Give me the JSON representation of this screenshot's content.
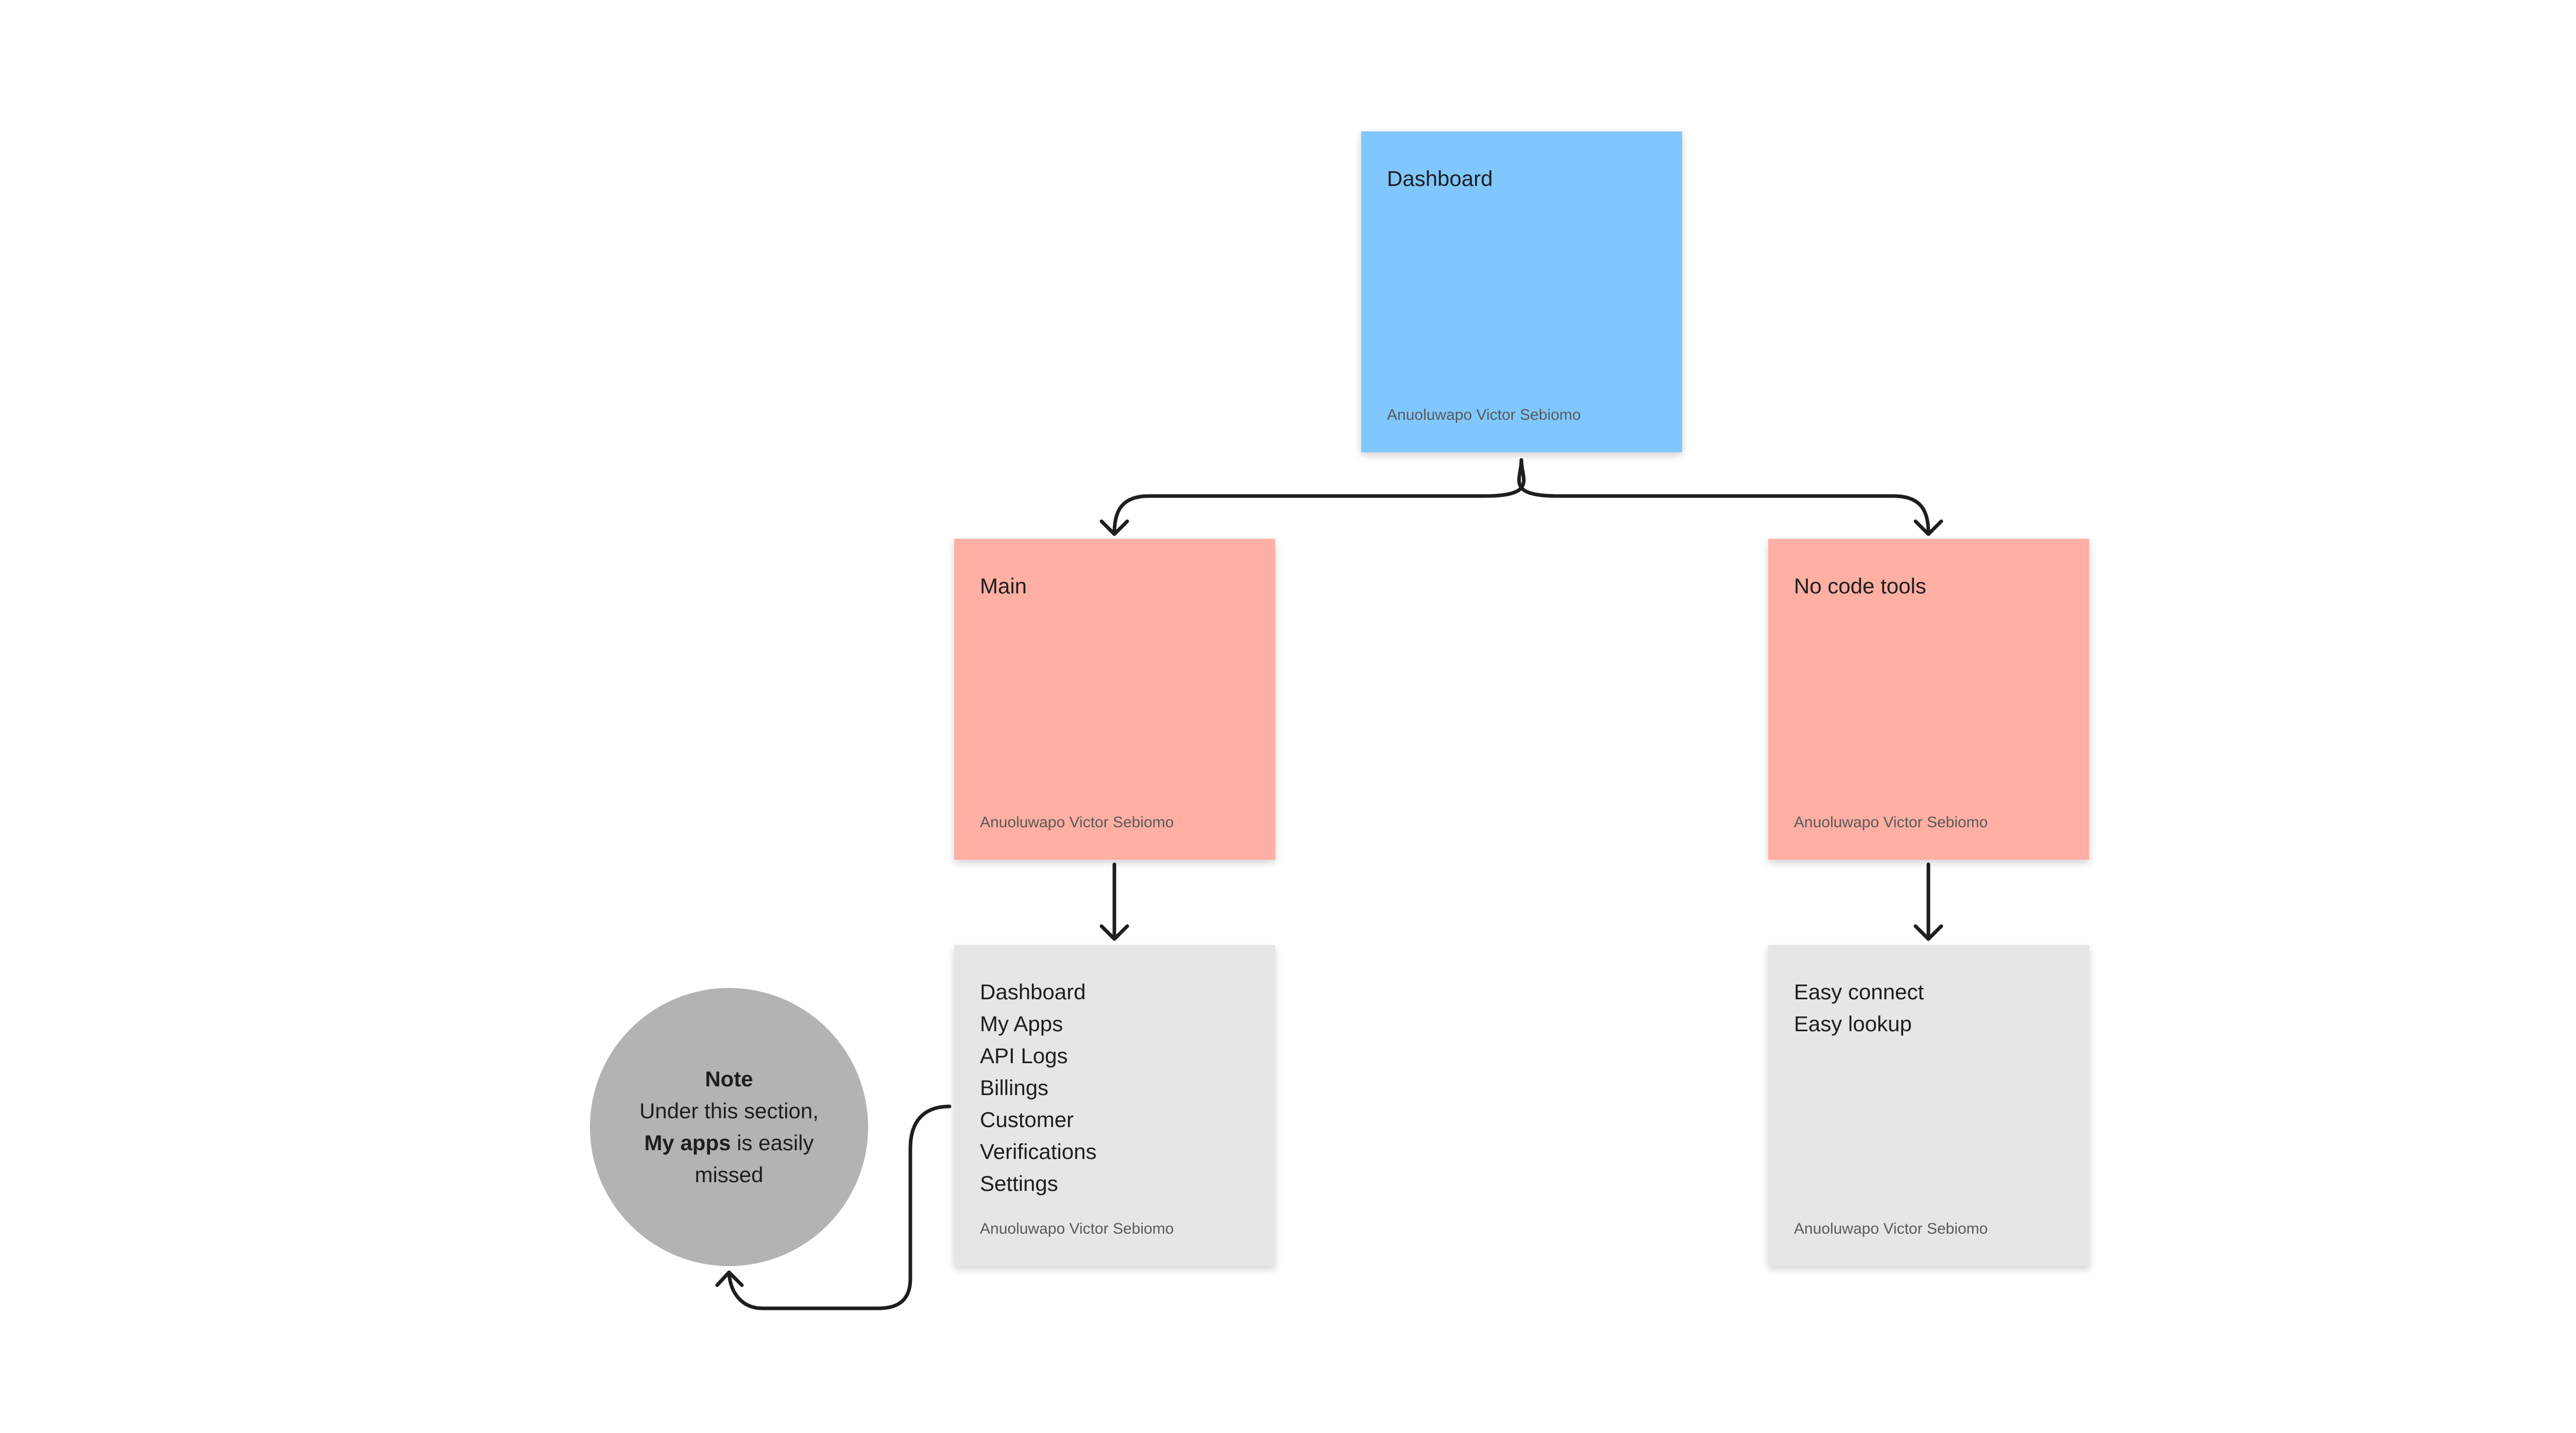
{
  "colors": {
    "blue_sticky": "#80C7FF",
    "red_sticky": "#FFAFA3",
    "gray_sticky": "#E6E6E6",
    "note_circle": "#B3B3B3",
    "connector": "#1E1E1E"
  },
  "stickies": {
    "dashboard": {
      "title": "Dashboard",
      "author": "Anuoluwapo Victor Sebiomo"
    },
    "main": {
      "title": "Main",
      "author": "Anuoluwapo Victor Sebiomo"
    },
    "no_code_tools": {
      "title": "No code tools",
      "author": "Anuoluwapo Victor Sebiomo"
    },
    "main_items": {
      "lines": [
        "Dashboard",
        "My Apps",
        "API Logs",
        "Billings",
        "Customer",
        "Verifications",
        "Settings"
      ],
      "author": "Anuoluwapo Victor Sebiomo"
    },
    "no_code_items": {
      "lines": [
        "Easy connect",
        "Easy lookup"
      ],
      "author": "Anuoluwapo Victor Sebiomo"
    }
  },
  "note": {
    "title": "Note",
    "line1": "Under this section,",
    "bold": "My apps",
    "line2_rest": " is easily",
    "line3": "missed"
  }
}
